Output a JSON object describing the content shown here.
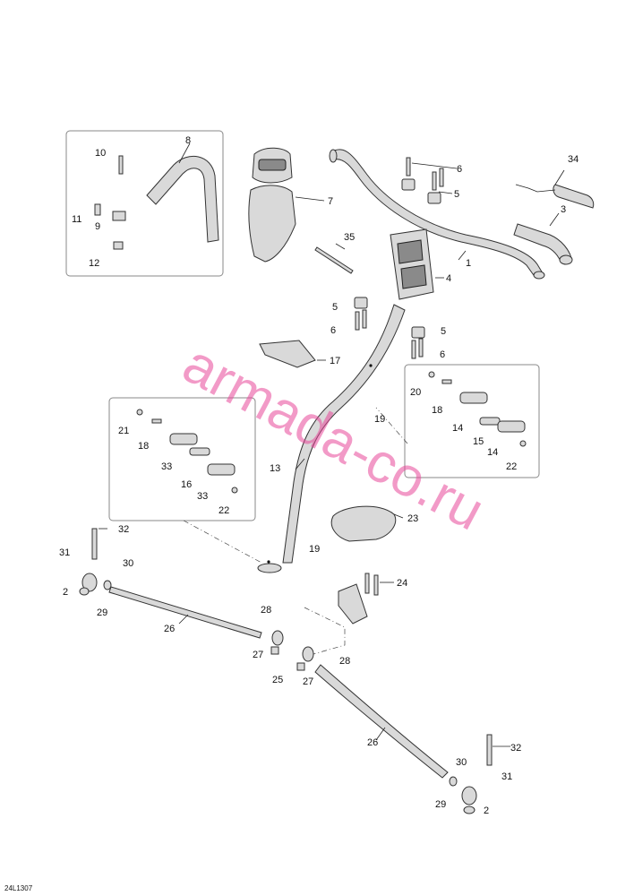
{
  "watermark": "armada-co.ru",
  "reference_code": "24L1307",
  "callouts": [
    {
      "id": "c1",
      "text": "1"
    },
    {
      "id": "c2a",
      "text": "2"
    },
    {
      "id": "c2b",
      "text": "2"
    },
    {
      "id": "c3",
      "text": "3"
    },
    {
      "id": "c4",
      "text": "4"
    },
    {
      "id": "c5a",
      "text": "5"
    },
    {
      "id": "c5b",
      "text": "5"
    },
    {
      "id": "c5c",
      "text": "5"
    },
    {
      "id": "c6a",
      "text": "6"
    },
    {
      "id": "c6b",
      "text": "6"
    },
    {
      "id": "c6c",
      "text": "6"
    },
    {
      "id": "c7",
      "text": "7"
    },
    {
      "id": "c8",
      "text": "8"
    },
    {
      "id": "c9",
      "text": "9"
    },
    {
      "id": "c10",
      "text": "10"
    },
    {
      "id": "c11",
      "text": "11"
    },
    {
      "id": "c12",
      "text": "12"
    },
    {
      "id": "c13",
      "text": "13"
    },
    {
      "id": "c14a",
      "text": "14"
    },
    {
      "id": "c14b",
      "text": "14"
    },
    {
      "id": "c15",
      "text": "15"
    },
    {
      "id": "c16",
      "text": "16"
    },
    {
      "id": "c17",
      "text": "17"
    },
    {
      "id": "c18a",
      "text": "18"
    },
    {
      "id": "c18b",
      "text": "18"
    },
    {
      "id": "c19a",
      "text": "19"
    },
    {
      "id": "c19b",
      "text": "19"
    },
    {
      "id": "c20",
      "text": "20"
    },
    {
      "id": "c21",
      "text": "21"
    },
    {
      "id": "c22a",
      "text": "22"
    },
    {
      "id": "c22b",
      "text": "22"
    },
    {
      "id": "c23",
      "text": "23"
    },
    {
      "id": "c24",
      "text": "24"
    },
    {
      "id": "c25",
      "text": "25"
    },
    {
      "id": "c26a",
      "text": "26"
    },
    {
      "id": "c26b",
      "text": "26"
    },
    {
      "id": "c27a",
      "text": "27"
    },
    {
      "id": "c27b",
      "text": "27"
    },
    {
      "id": "c28a",
      "text": "28"
    },
    {
      "id": "c28b",
      "text": "28"
    },
    {
      "id": "c29a",
      "text": "29"
    },
    {
      "id": "c29b",
      "text": "29"
    },
    {
      "id": "c30a",
      "text": "30"
    },
    {
      "id": "c30b",
      "text": "30"
    },
    {
      "id": "c31a",
      "text": "31"
    },
    {
      "id": "c31b",
      "text": "31"
    },
    {
      "id": "c32a",
      "text": "32"
    },
    {
      "id": "c32b",
      "text": "32"
    },
    {
      "id": "c33a",
      "text": "33"
    },
    {
      "id": "c33b",
      "text": "33"
    },
    {
      "id": "c34",
      "text": "34"
    },
    {
      "id": "c35",
      "text": "35"
    }
  ]
}
